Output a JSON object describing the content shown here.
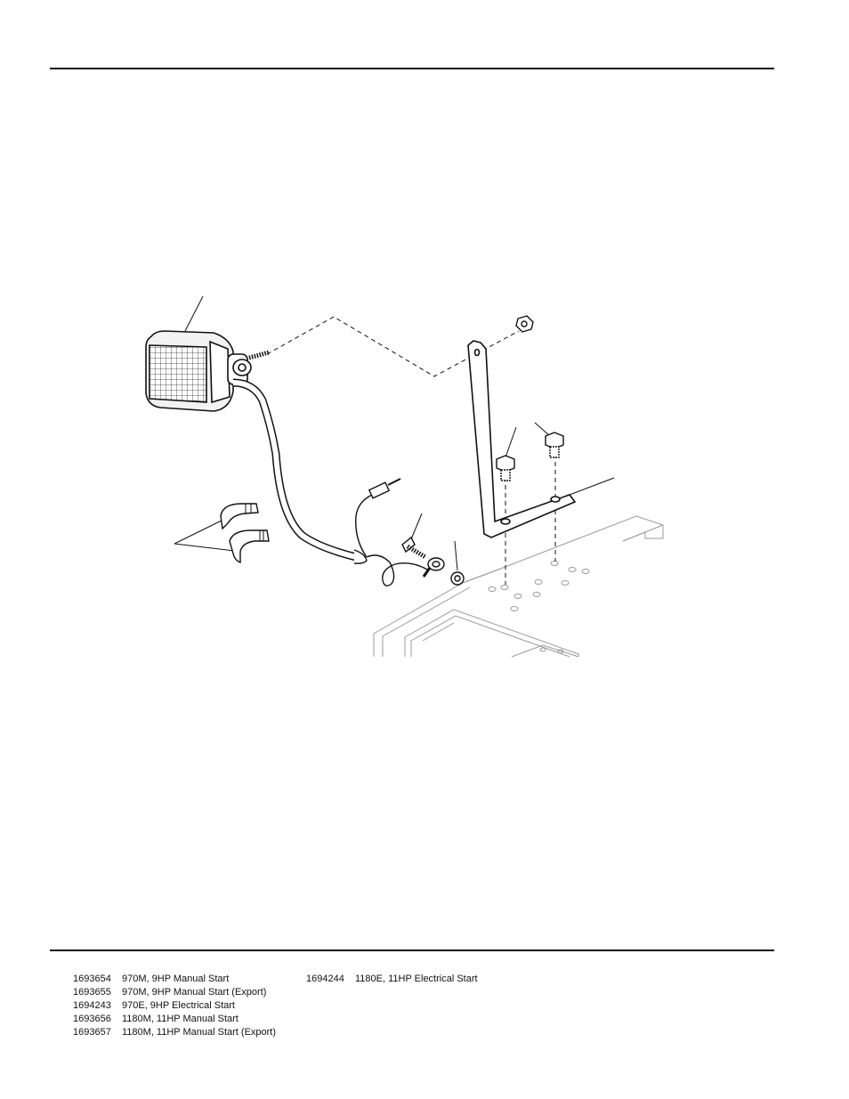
{
  "models_left": [
    {
      "number": "1693654",
      "desc": "970M, 9HP Manual Start"
    },
    {
      "number": "1693655",
      "desc": "970M, 9HP Manual Start (Export)"
    },
    {
      "number": "1694243",
      "desc": "970E, 9HP Electrical Start"
    },
    {
      "number": "1693656",
      "desc": "1180M, 11HP Manual Start"
    },
    {
      "number": "1693657",
      "desc": "1180M, 11HP Manual Start (Export)"
    }
  ],
  "models_right": [
    {
      "number": "1694244",
      "desc": "1180E, 11HP Electrical Start"
    }
  ]
}
